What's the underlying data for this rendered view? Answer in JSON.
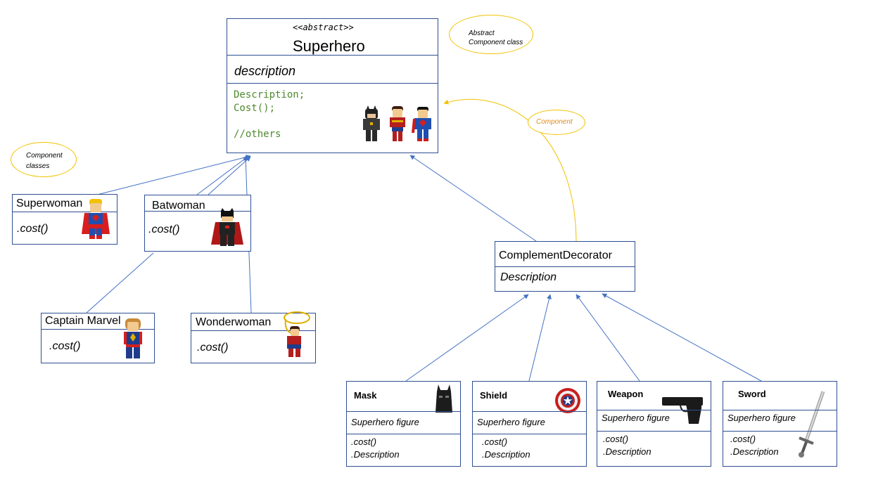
{
  "superhero": {
    "stereotype": "<<abstract>>",
    "name": "Superhero",
    "attribute": "description",
    "methods": [
      "Description;",
      "Cost();"
    ],
    "comment": "//others"
  },
  "annotations": {
    "abstract_line1": "Abstract",
    "abstract_line2": "Component class",
    "component_classes_line1": "Component",
    "component_classes_line2": "classes",
    "component_arrow": "Component"
  },
  "components": [
    {
      "name": "Superwoman",
      "method": ".cost()"
    },
    {
      "name": "Batwoman",
      "method": ".cost()"
    },
    {
      "name": "Captain Marvel",
      "method": ".cost()"
    },
    {
      "name": "Wonderwoman",
      "method": ".cost()"
    }
  ],
  "decorator": {
    "name": "ComplementDecorator",
    "attribute": "Description"
  },
  "decorations": [
    {
      "name": "Mask",
      "attribute": "Superhero figure",
      "methods": [
        ".cost()",
        ".Description"
      ],
      "icon": "mask-icon"
    },
    {
      "name": "Shield",
      "attribute": "Superhero figure",
      "methods": [
        ".cost()",
        ".Description"
      ],
      "icon": "shield-icon"
    },
    {
      "name": "Weapon",
      "attribute": "Superhero figure",
      "methods": [
        ".cost()",
        ".Description"
      ],
      "icon": "pistol-icon"
    },
    {
      "name": "Sword",
      "attribute": "Superhero figure",
      "methods": [
        ".cost()",
        ".Description"
      ],
      "icon": "sword-icon"
    }
  ],
  "colors": {
    "box_border": "#2f4f91",
    "arrow": "#4472c4",
    "annotation": "#f2c200",
    "code": "#4e8a2e",
    "component_label": "#e08a1e"
  }
}
